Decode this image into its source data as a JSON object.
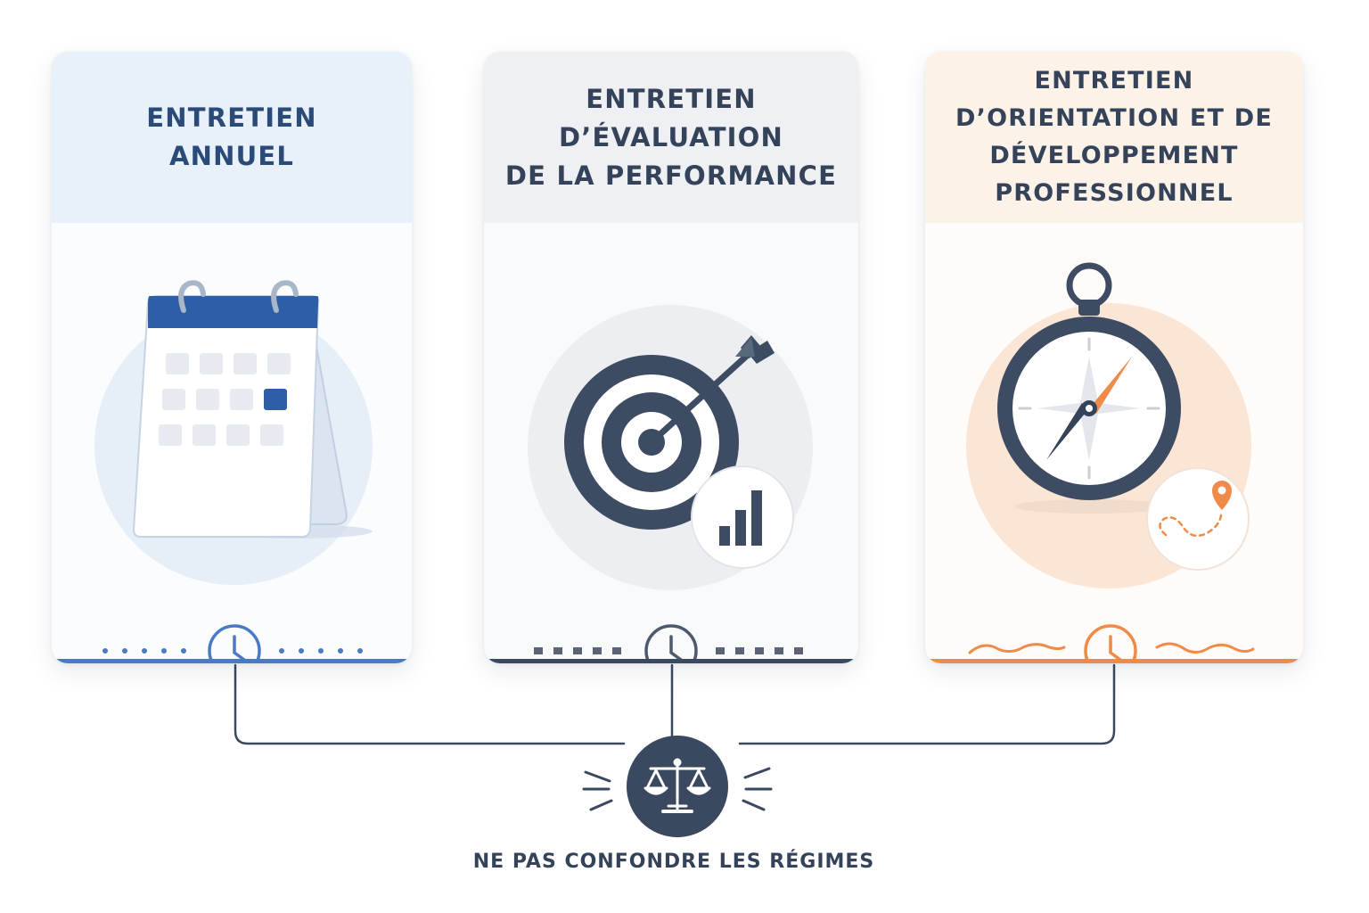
{
  "cards": [
    {
      "id": "annual",
      "title": "ENTRETIEN\nANNUEL",
      "icon": "calendar-icon",
      "accent": "#4a7ac6"
    },
    {
      "id": "performance",
      "title": "ENTRETIEN\nD’ÉVALUATION\nDE LA PERFORMANCE",
      "icon": "target-icon",
      "accent": "#3a4860"
    },
    {
      "id": "orientation",
      "title": "ENTRETIEN\nD’ORIENTATION ET DE\nDÉVELOPPEMENT\nPROFESSIONNEL",
      "icon": "compass-icon",
      "accent": "#ef8a48"
    }
  ],
  "footer": {
    "label": "NE PAS CONFONDRE LES RÉGIMES",
    "icon": "scales-icon"
  },
  "colors": {
    "navy": "#34435a",
    "blue": "#4a7ac6",
    "orange": "#ef8a48"
  }
}
